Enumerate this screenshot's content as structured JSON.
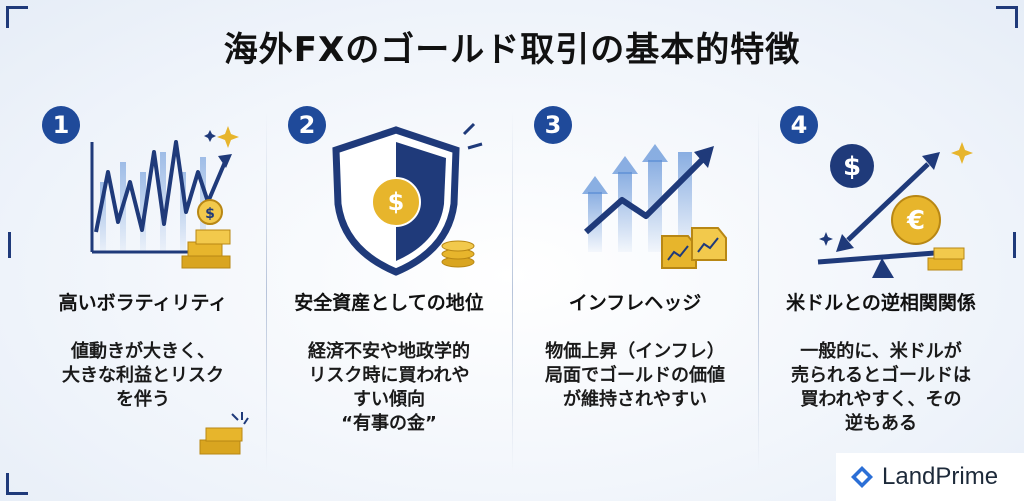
{
  "title": "海外FXのゴールド取引の基本的特徴",
  "features": [
    {
      "number": "1",
      "title": "高いボラティリティ",
      "desc": [
        "値動きが大きく、",
        "大きな利益とリスク",
        "を伴う"
      ]
    },
    {
      "number": "2",
      "title": "安全資産としての地位",
      "desc": [
        "経済不安や地政学的",
        "リスク時に買われや",
        "すい傾向",
        "“有事の金”"
      ]
    },
    {
      "number": "3",
      "title": "インフレヘッジ",
      "desc": [
        "物価上昇（インフレ）",
        "局面でゴールドの価値",
        "が維持されやすい"
      ]
    },
    {
      "number": "4",
      "title": "米ドルとの逆相関関係",
      "desc": [
        "一般的に、米ドルが",
        "売られるとゴールドは",
        "買われやすく、その",
        "逆もある"
      ]
    }
  ],
  "icons": {
    "col1": "volatility-chart-icon",
    "col2": "shield-coin-icon",
    "col3": "inflation-arrows-icon",
    "col4": "dollar-euro-seesaw-icon"
  },
  "colors": {
    "navy": "#1f3a7a",
    "blue": "#1f4a9a",
    "gold": "#e7b52c"
  },
  "logo": {
    "text": "LandPrime"
  }
}
